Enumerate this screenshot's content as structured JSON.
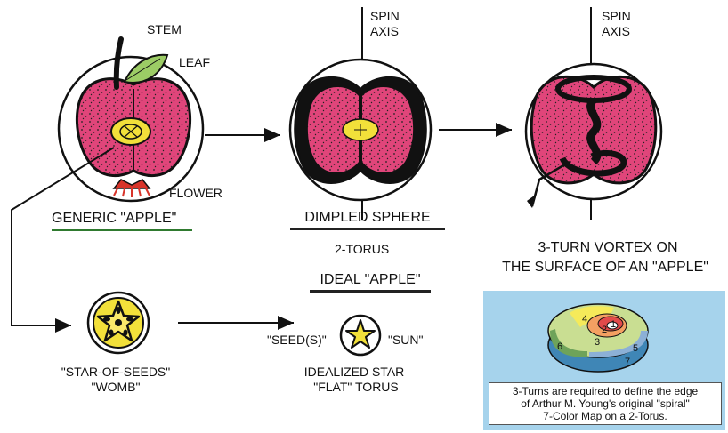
{
  "apple": {
    "stem_label": "STEM",
    "leaf_label": "LEAF",
    "flower_label": "FLOWER",
    "title": "GENERIC \"APPLE\""
  },
  "sphere": {
    "spin_axis_label_1": "SPIN",
    "spin_axis_label_2": "AXIS",
    "title": "DIMPLED SPHERE",
    "subtitle": "2-TORUS",
    "ideal_label": "IDEAL \"APPLE\""
  },
  "vortex": {
    "spin_axis_label_1": "SPIN",
    "spin_axis_label_2": "AXIS",
    "title_line_1": "3-TURN VORTEX ON",
    "title_line_2": "THE SURFACE OF AN \"APPLE\""
  },
  "star_of_seeds": {
    "label_1": "\"STAR-OF-SEEDS\"",
    "label_2": "\"WOMB\""
  },
  "ideal_star": {
    "left_label": "\"SEED(S)\"",
    "right_label": "\"SUN\"",
    "caption_1": "IDEALIZED STAR",
    "caption_2": "\"FLAT\" TORUS"
  },
  "color_map": {
    "region_numbers": [
      "1",
      "2",
      "3",
      "4",
      "5",
      "6",
      "7"
    ],
    "caption_lines": [
      "3-Turns are required to define the edge",
      "of Arthur M. Young's original \"spiral\"",
      "7-Color Map on a 2-Torus."
    ]
  },
  "colors": {
    "apple_flesh": "#e0457a",
    "outline": "#111111",
    "core_yellow": "#f2e03a",
    "leaf_green": "#9ccc65",
    "flower_red": "#d8342a",
    "underline_green": "#2f7a2f",
    "panel_blue": "#a6d3ec"
  }
}
